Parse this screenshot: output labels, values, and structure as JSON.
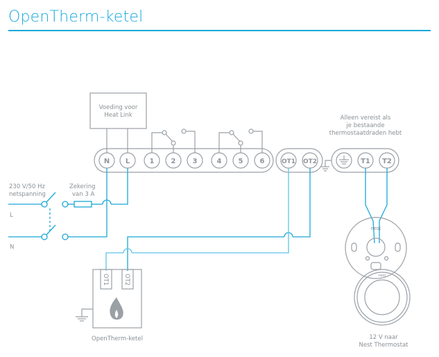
{
  "title": "OpenTherm-ketel",
  "labels": {
    "power_supply_line1": "Voeding voor",
    "power_supply_line2": "Heat Link",
    "mains_line1": "230 V/50 Hz",
    "mains_line2": "netspanning",
    "fuse_line1": "Zekering",
    "fuse_line2": "van 3 A",
    "live": "L",
    "neutral": "N",
    "optional_line1": "Alleen vereist als",
    "optional_line2": "je bestaande",
    "optional_line3": "thermostaatdraden hebt",
    "boiler": "OpenTherm-ketel",
    "thermostat_line1": "12 V naar",
    "thermostat_line2": "Nest Thermostat",
    "brand": "nest"
  },
  "terminals": {
    "main": [
      "N",
      "L",
      "1",
      "2",
      "3",
      "4",
      "5",
      "6"
    ],
    "opentherm": [
      "OT1",
      "OT2"
    ],
    "thermostat": [
      "ground",
      "T1",
      "T2"
    ]
  },
  "boiler_terminals": [
    "OT1",
    "OT2"
  ],
  "colors": {
    "accent": "#15a9d8",
    "wire": "#1aa8d6",
    "outline": "#9aa0a6",
    "text": "#8a9095"
  }
}
